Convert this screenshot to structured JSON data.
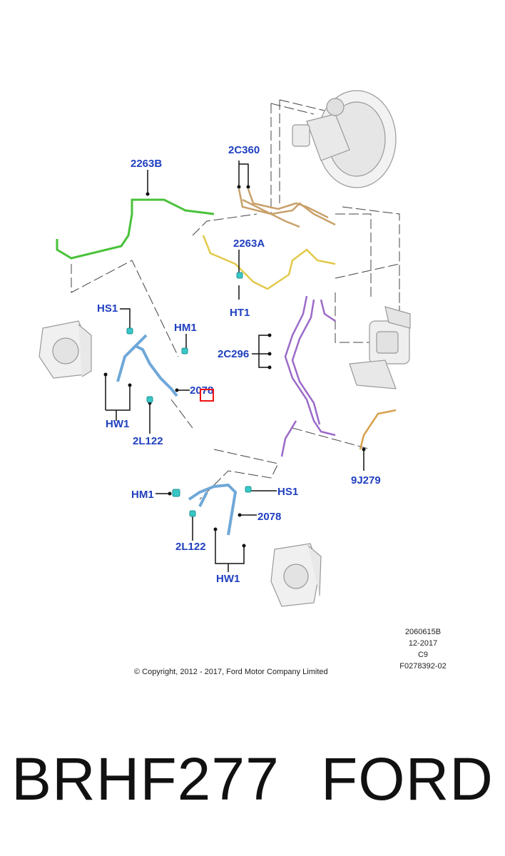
{
  "diagram": {
    "labels": {
      "l_2263B": "2263B",
      "l_2C360": "2C360",
      "l_2263A": "2263A",
      "l_HT1": "HT1",
      "l_HS1_top": "HS1",
      "l_HM1_top": "HM1",
      "l_2C296": "2C296",
      "l_2078_top": "2078",
      "l_HW1_top": "HW1",
      "l_2L122_top": "2L122",
      "l_9J279": "9J279",
      "l_HM1_bottom": "HM1",
      "l_HS1_bottom": "HS1",
      "l_2078_bottom": "2078",
      "l_2L122_bottom": "2L122",
      "l_HW1_bottom": "HW1"
    },
    "line_colors": {
      "green": "#49c23a",
      "tan": "#c8a06a",
      "yellow": "#e2c94a",
      "purple": "#9b6ac9",
      "blue": "#6fa8d8",
      "orange": "#d9a04a",
      "label_blue": "#1f3fbf",
      "highlight": "#ee1111"
    },
    "illustration_number": "2060615B",
    "date": "12-2017",
    "code": "C9",
    "reference": "F0278392-02",
    "copyright": "© Copyright, 2012 - 2017, Ford Motor Company Limited"
  },
  "footer": {
    "part_number": "BRHF277",
    "brand": "FORD"
  }
}
